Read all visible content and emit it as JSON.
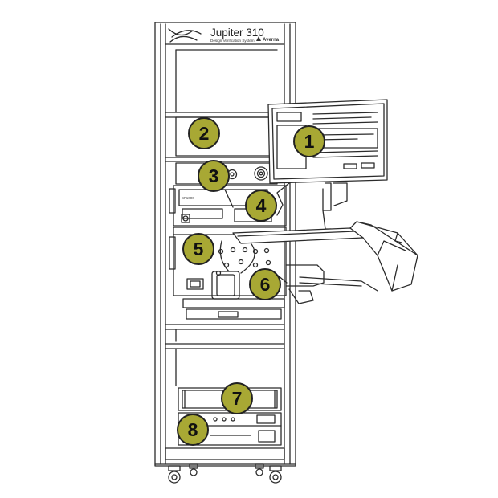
{
  "rack": {
    "title": "Jupiter 310",
    "subtitle": "Design Verification System",
    "brand": "Averna",
    "module_label": "SF1000"
  },
  "marker_color": "#a8a834",
  "markers": [
    {
      "label": "1"
    },
    {
      "label": "2"
    },
    {
      "label": "3"
    },
    {
      "label": "4"
    },
    {
      "label": "5"
    },
    {
      "label": "6"
    },
    {
      "label": "7"
    },
    {
      "label": "8"
    }
  ]
}
